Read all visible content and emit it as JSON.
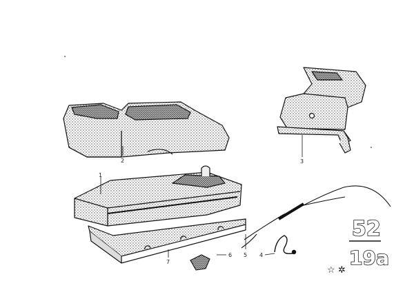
{
  "callouts": [
    "1",
    "2",
    "3",
    "4",
    "5",
    "6",
    "7"
  ],
  "plate": {
    "group": "52",
    "page": "19a"
  },
  "markers": [
    "☆",
    "✲"
  ]
}
